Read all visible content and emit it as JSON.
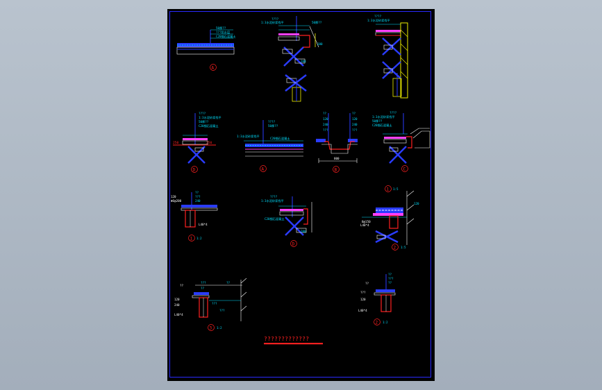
{
  "labels": {
    "detail_A": "A",
    "detail_D": "D",
    "detail_B": "B",
    "detail_C": "C",
    "n1": "1",
    "n2": "2",
    "n3": "3",
    "dim_200": "200",
    "dim_800": "800",
    "dim_250": "250",
    "scale_1_5": "1:5",
    "scale_1_2": "1:2"
  },
  "notes": {
    "n1": "50厚??",
    "n2": "C20细石混凝土",
    "n3": "???防水层",
    "n4": "1:3水泥砂浆找平",
    "n5": "????",
    "n6": "120",
    "n7": "240",
    "n8": "8@150",
    "n9": "Φ6@200",
    "n10": "L40*4",
    "n11": "??",
    "n12": "???"
  },
  "title": "?????????????",
  "colors": {
    "sheet": "#000000",
    "border": "#2a2aff",
    "line_blue": "#2a3cff",
    "line_cyan": "#00e0ff",
    "line_red": "#ff2020",
    "line_white": "#ffffff",
    "line_yellow": "#f0f000",
    "line_magenta": "#ff40ff"
  }
}
